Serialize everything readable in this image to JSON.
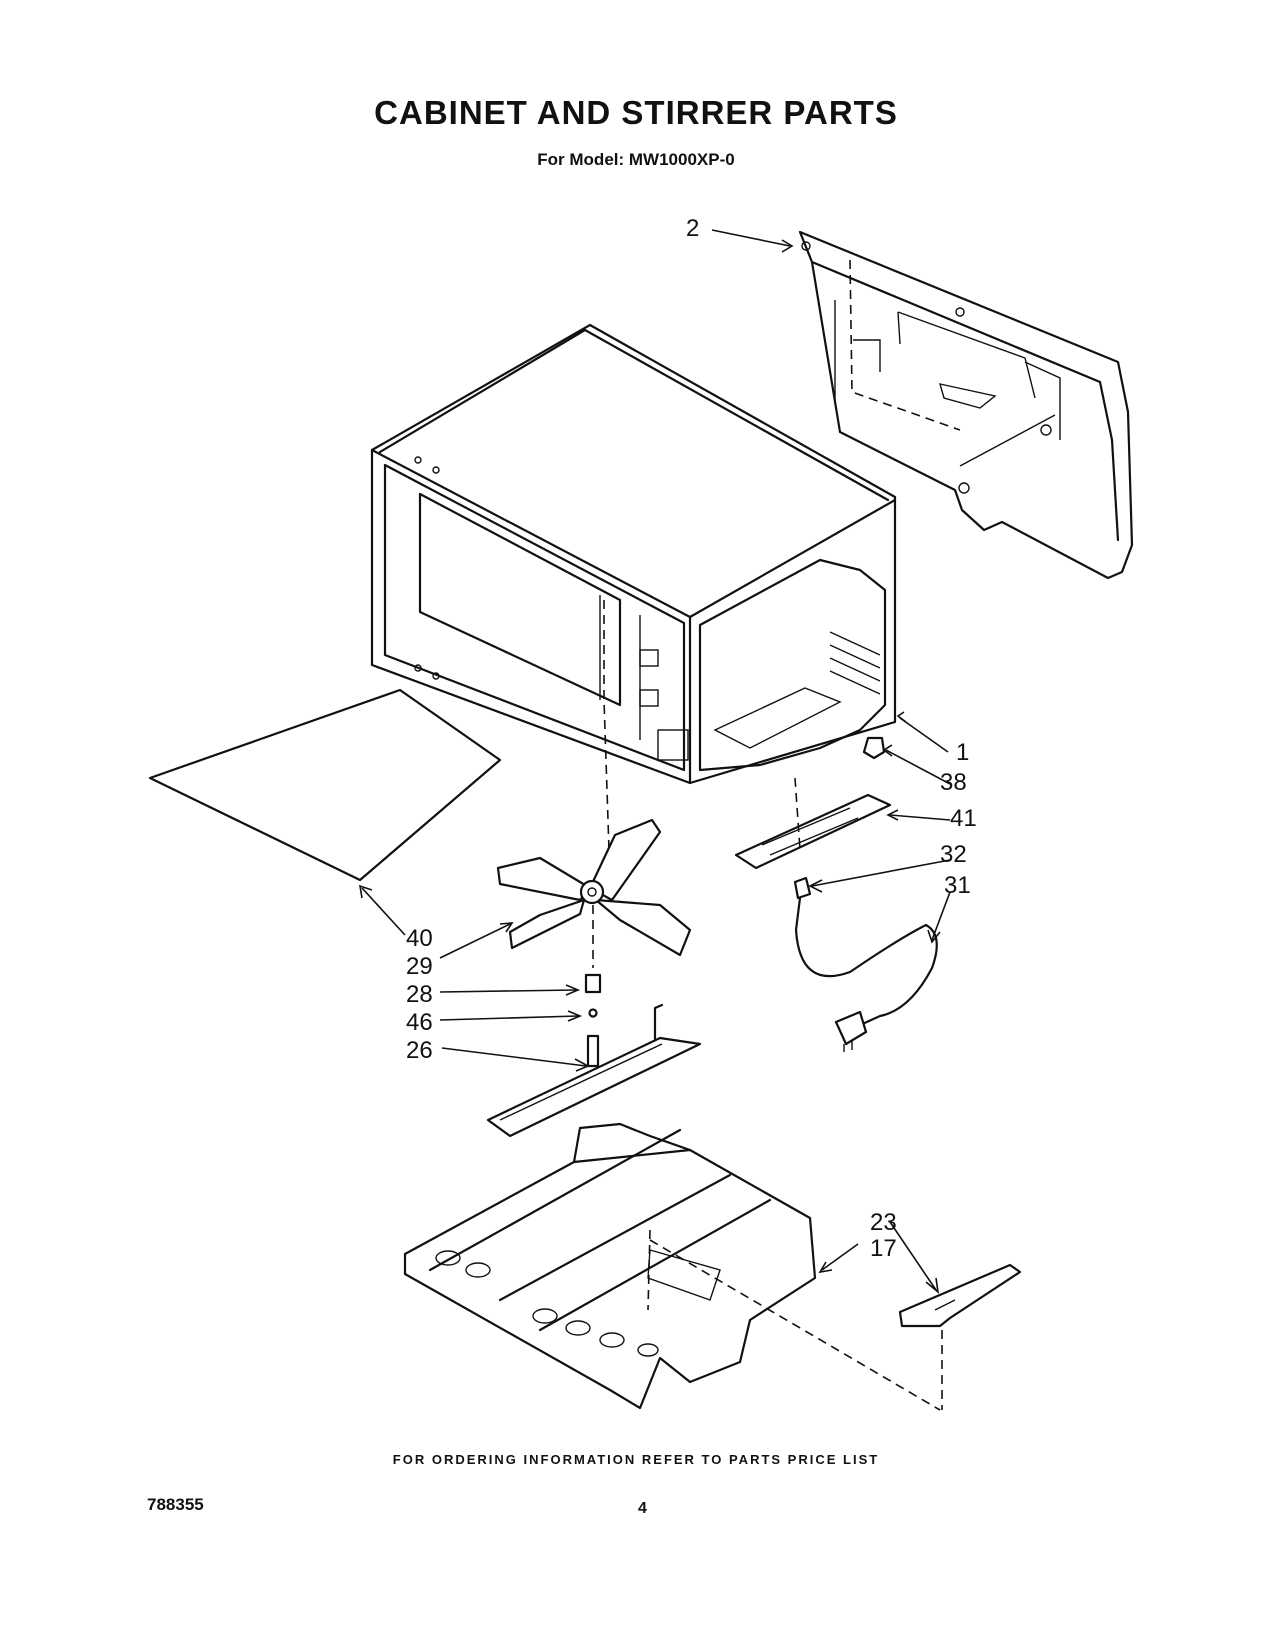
{
  "header": {
    "title": "CABINET AND STIRRER PARTS",
    "subtitle": "For Model: MW1000XP-0"
  },
  "callouts": {
    "c2": "2",
    "c1": "1",
    "c38": "38",
    "c41": "41",
    "c32": "32",
    "c31": "31",
    "c40": "40",
    "c29": "29",
    "c28": "28",
    "c46": "46",
    "c26": "26",
    "c23": "23",
    "c17": "17"
  },
  "footer": {
    "ordering_note": "FOR ORDERING INFORMATION REFER TO PARTS PRICE LIST",
    "doc_number": "788355",
    "page_number": "4"
  }
}
